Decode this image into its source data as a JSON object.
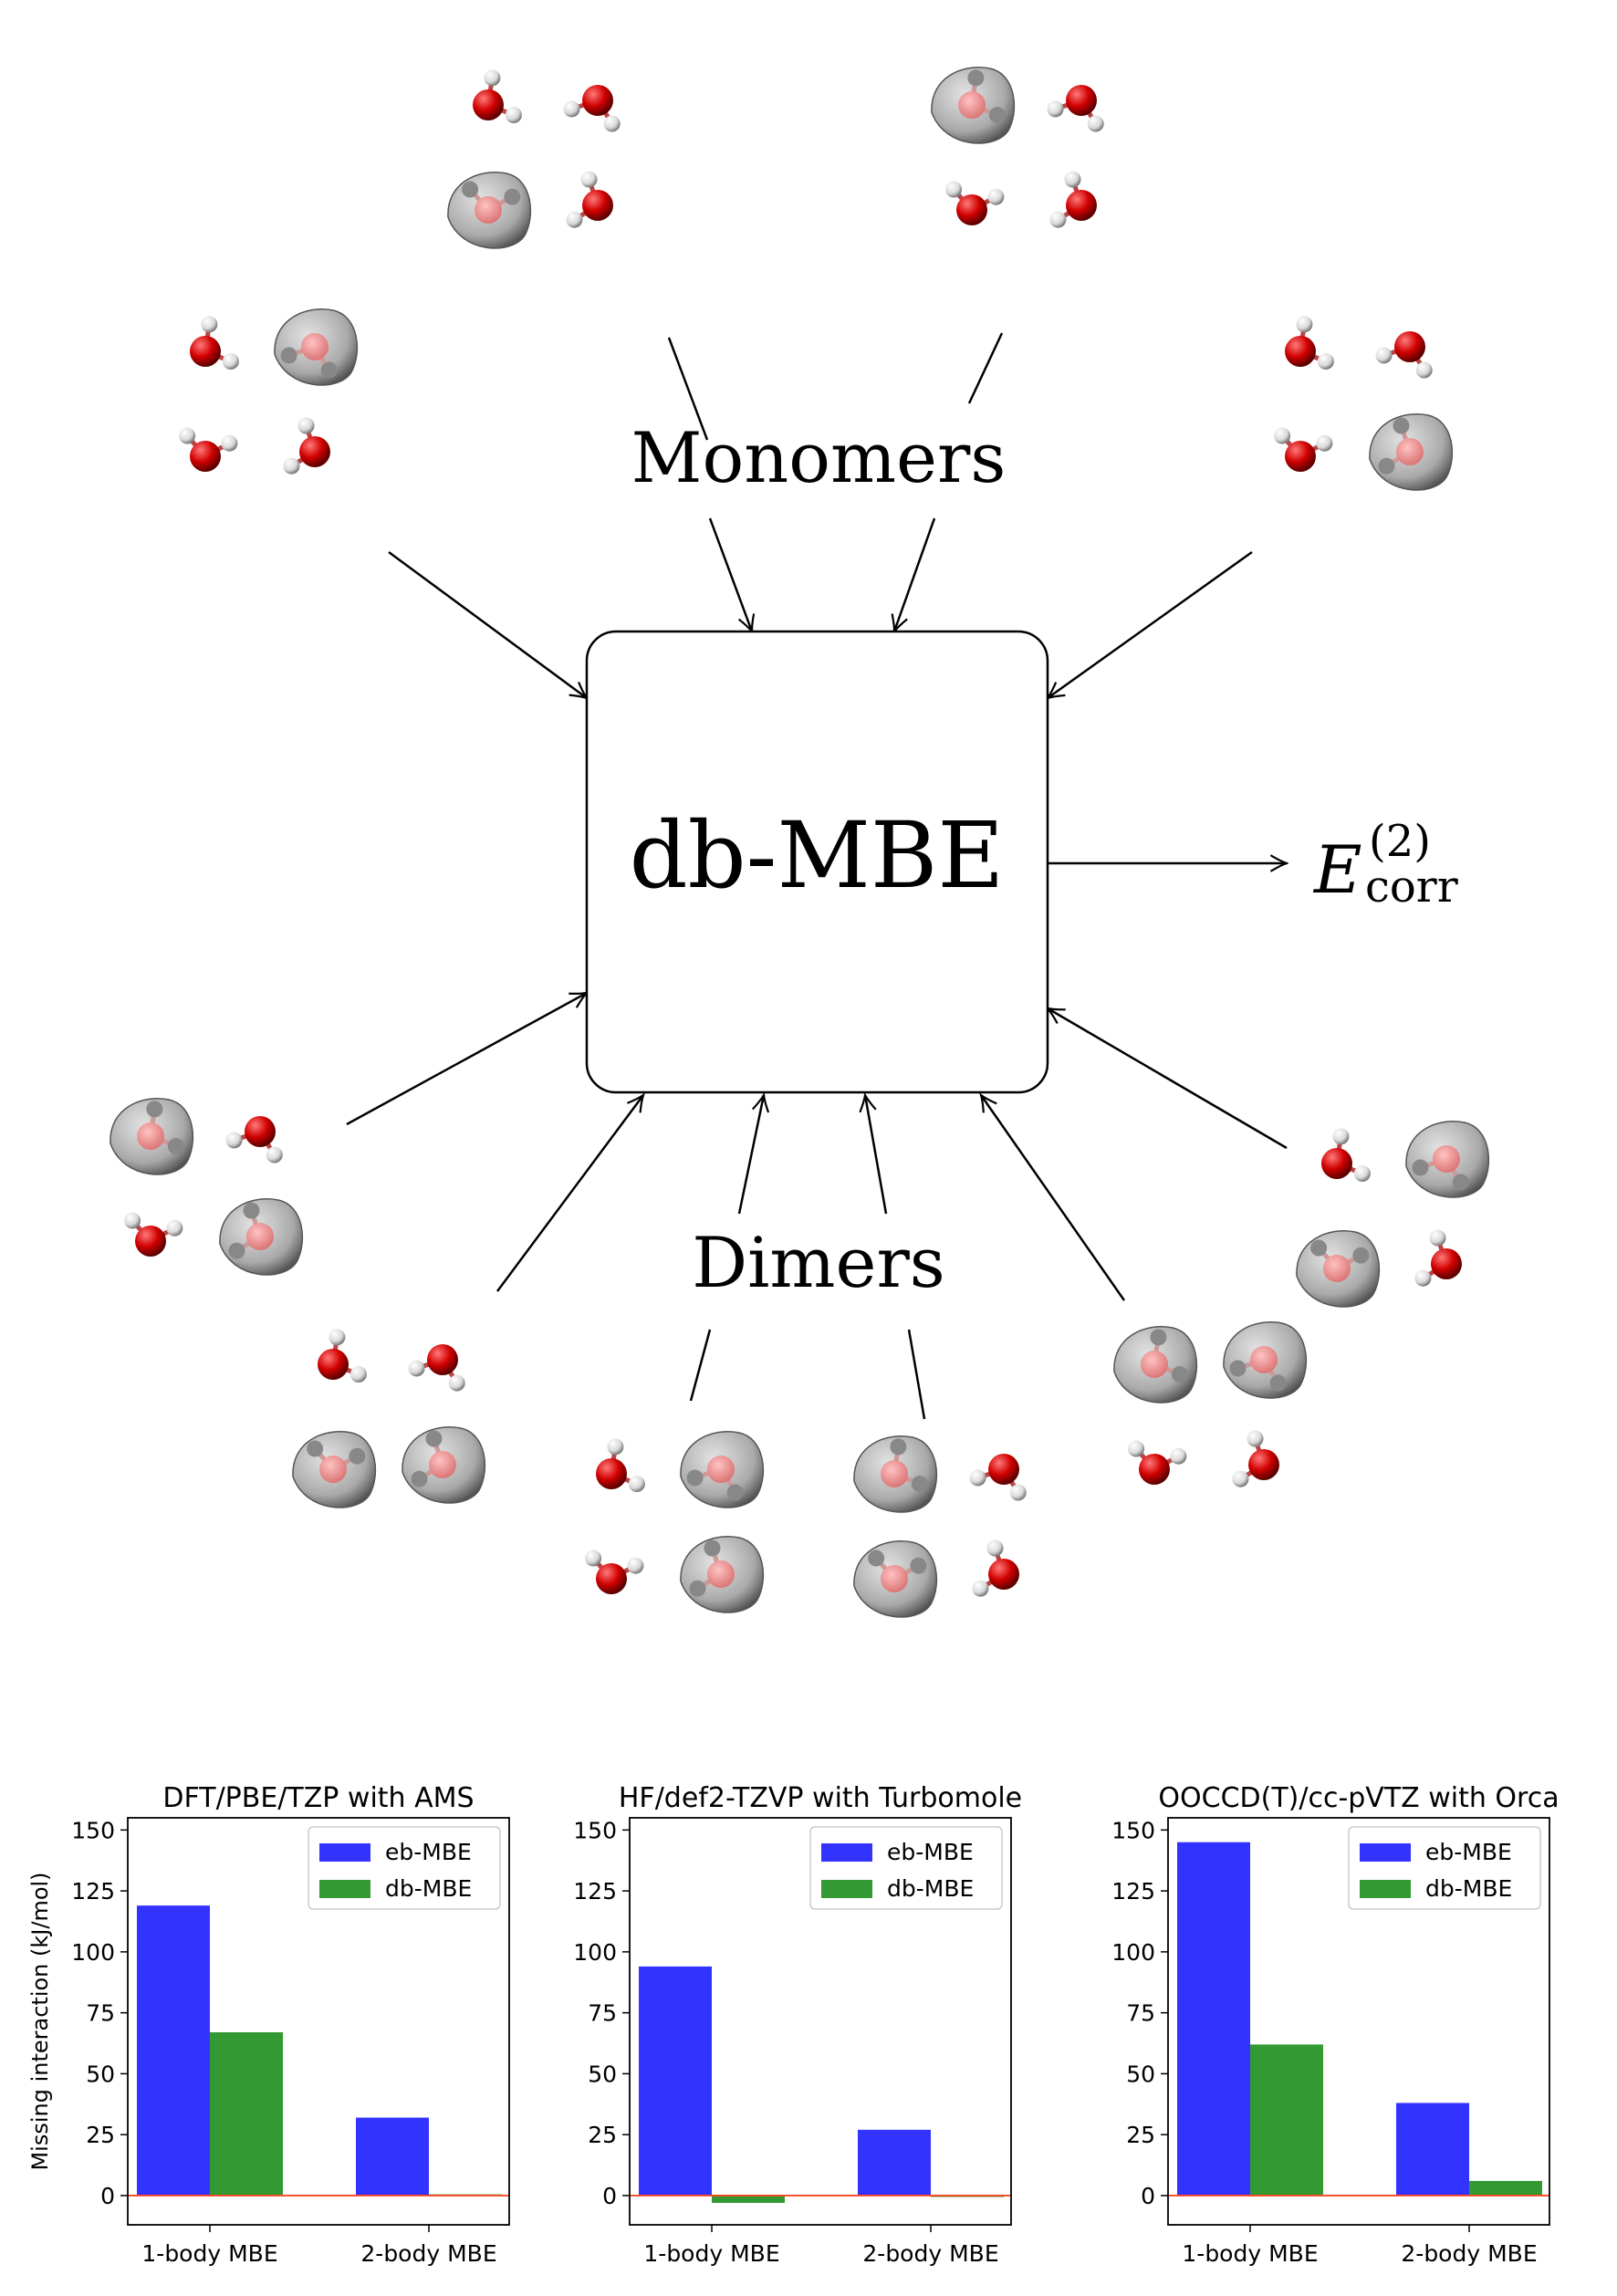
{
  "diagram": {
    "monomers_label": "Monomers",
    "dimers_label": "Dimers",
    "center_label": "db-MBE",
    "output_symbol": "E",
    "output_superscript": "(2)",
    "output_subscript": "corr"
  },
  "colors": {
    "oxygen": "#cc0000",
    "hydrogen": "#e8e8e8",
    "density_shell": "#8a8a8a",
    "eb_mbe": "#3333ff",
    "db_mbe": "#339933",
    "zero_line": "#ff4422"
  },
  "chart_data": [
    {
      "type": "bar",
      "title": "DFT/PBE/TZP with AMS",
      "ylabel": "Missing interaction (kJ/mol)",
      "categories": [
        "1-body MBE",
        "2-body MBE"
      ],
      "series": [
        {
          "name": "eb-MBE",
          "values": [
            119,
            32
          ]
        },
        {
          "name": "db-MBE",
          "values": [
            67,
            0.5
          ]
        }
      ],
      "ylim": [
        -12,
        155
      ],
      "yticks": [
        0,
        25,
        50,
        75,
        100,
        125,
        150
      ],
      "legend": "top-right"
    },
    {
      "type": "bar",
      "title": "HF/def2-TZVP with Turbomole",
      "ylabel": "",
      "categories": [
        "1-body MBE",
        "2-body MBE"
      ],
      "series": [
        {
          "name": "eb-MBE",
          "values": [
            94,
            27
          ]
        },
        {
          "name": "db-MBE",
          "values": [
            -3,
            -0.5
          ]
        }
      ],
      "ylim": [
        -12,
        155
      ],
      "yticks": [
        0,
        25,
        50,
        75,
        100,
        125,
        150
      ],
      "legend": "top-right"
    },
    {
      "type": "bar",
      "title": "OOCCD(T)/cc-pVTZ with Orca",
      "ylabel": "",
      "categories": [
        "1-body MBE",
        "2-body MBE"
      ],
      "series": [
        {
          "name": "eb-MBE",
          "values": [
            145,
            38
          ]
        },
        {
          "name": "db-MBE",
          "values": [
            62,
            6
          ]
        }
      ],
      "ylim": [
        -12,
        155
      ],
      "yticks": [
        0,
        25,
        50,
        75,
        100,
        125,
        150
      ],
      "legend": "top-right"
    }
  ]
}
